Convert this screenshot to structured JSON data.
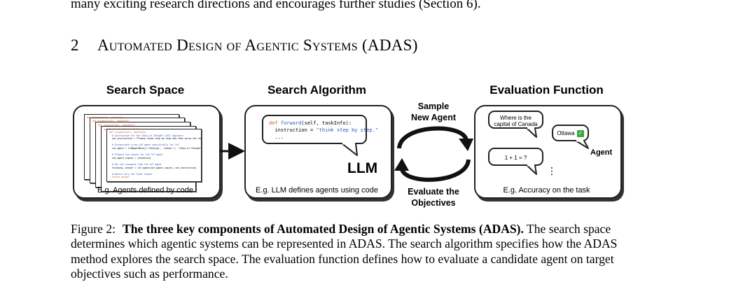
{
  "prev_line": "many exciting research directions and encourages further studies (Section 6).",
  "section": {
    "number": "2",
    "title": "Automated Design of Agentic Systems (ADAS)"
  },
  "figure": {
    "search_space": {
      "title": "Search Space",
      "caption": "E.g. Agents defined by code",
      "code_lines": [
        "def forward(self, taskInfo):",
        "  # Instruction for the Chain-of-Thought (CoT) approach",
        "  cot_instruction = \"Please think step by step and then solve the task.\"",
        "",
        "  # Instantiate a new LLM agent specifically for CoT",
        "  cot_agent = LLMAgentBase(['thinking', 'answer'], 'Chain-of-Thought Agent')",
        "",
        "  # Prepare the inputs for the CoT agent",
        "  cot_agent_inputs = [taskInfo]",
        "",
        "  # Get the response from the CoT agent",
        "  thinking, answer = cot_agent(cot_agent_inputs, cot_instruction)",
        "",
        "  # Return only the final answer",
        "  return answer"
      ]
    },
    "search_algorithm": {
      "title": "Search Algorithm",
      "caption": "E.g. LLM defines agents using code",
      "code_def": "def",
      "code_fn": "forward",
      "code_args": "(self, taskInfo):",
      "code_line2_prefix": "instruction = ",
      "code_line2_string": "\"think step by step.\"",
      "code_line3": "...",
      "llm_label": "LLM"
    },
    "cycle": {
      "top_label_line1": "Sample",
      "top_label_line2": "New Agent",
      "bottom_label_line1": "Evaluate the",
      "bottom_label_line2": "Objectives"
    },
    "evaluation_function": {
      "title": "Evaluation Function",
      "caption": "E.g. Accuracy on the task",
      "question_line1": "Where is the",
      "question_line2": "capital of Canada",
      "answer": "Ottawa",
      "check_glyph": "✓",
      "math_question": "1 + 1 = ?",
      "agent_label": "Agent",
      "ellipsis": "⋮"
    }
  },
  "caption": {
    "label": "Figure 2:",
    "bold": "The three key components of Automated Design of Agentic Systems (ADAS).",
    "rest": " The search space determines which agentic systems can be represented in ADAS. The search algorithm specifies how the ADAS method explores the search space. The evaluation function defines how to evaluate a candidate agent on target objectives such as performance."
  }
}
